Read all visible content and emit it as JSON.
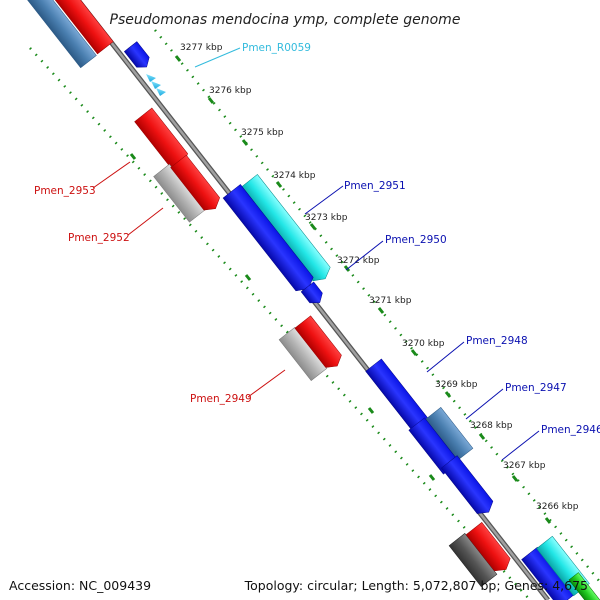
{
  "title": "Pseudomonas mendocina ymp, complete genome",
  "footer": {
    "accession": "Accession: NC_009439",
    "topology": "Topology: circular; Length: 5,072,807 bp; Genes: 4,675"
  },
  "kbp_ticks": [
    "3277 kbp",
    "3276 kbp",
    "3275 kbp",
    "3274 kbp",
    "3273 kbp",
    "3272 kbp",
    "3271 kbp",
    "3270 kbp",
    "3269 kbp",
    "3268 kbp",
    "3267 kbp",
    "3266 kbp"
  ],
  "gene_labels": [
    "Pmen_R0059",
    "Pmen_2953",
    "Pmen_2952",
    "Pmen_2951",
    "Pmen_2950",
    "Pmen_2949",
    "Pmen_2948",
    "Pmen_2947",
    "Pmen_2946"
  ],
  "colors": {
    "forward_gene": "#0a14e6",
    "reverse_gene": "#ee1111",
    "trna": "#22c8ee",
    "cyan_gene": "#22e6e6",
    "steel_gene": "#4a7fb0",
    "gray_gene": "#b4b4b4",
    "dark_gene": "#555555",
    "backbone": "#808080",
    "dots": "#1a8a1a",
    "label_forward": "#0a10b0",
    "label_reverse": "#cc1010",
    "label_trna": "#33bbdd"
  }
}
